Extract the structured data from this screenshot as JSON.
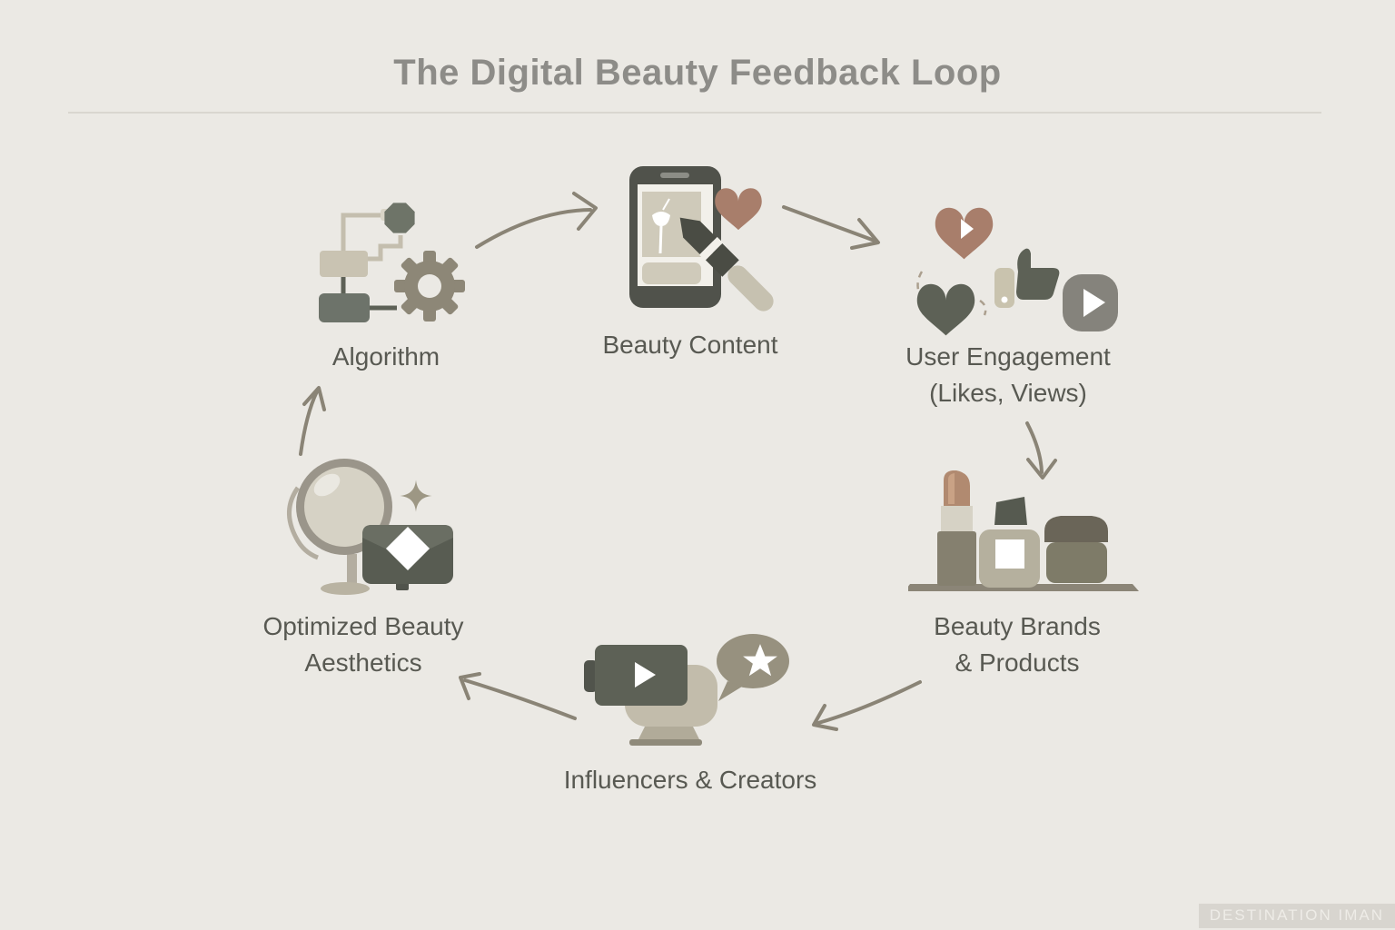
{
  "title": "The Digital Beauty Feedback Loop",
  "watermark": "DESTINATION IMAN",
  "nodes": {
    "algorithm": {
      "label": "Algorithm",
      "icon": "flowchart-gear-icon"
    },
    "beauty_content": {
      "label": "Beauty Content",
      "icon": "smartphone-brush-heart-icon"
    },
    "user_engagement": {
      "label_line1": "User Engagement",
      "label_line2": "(Likes, Views)",
      "icon": "hearts-thumbs-up-play-icon"
    },
    "beauty_brands": {
      "label_line1": "Beauty Brands",
      "label_line2": "& Products",
      "icon": "lipstick-bottle-jar-icon"
    },
    "influencers": {
      "label": "Influencers & Creators",
      "icon": "video-camera-star-bubble-icon"
    },
    "optimized_beauty": {
      "label_line1": "Optimized Beauty",
      "label_line2": "Aesthetics",
      "icon": "vanity-mirror-sparkle-case-icon"
    }
  },
  "connections": [
    {
      "from": "Algorithm",
      "to": "Beauty Content"
    },
    {
      "from": "Beauty Content",
      "to": "User Engagement (Likes, Views)"
    },
    {
      "from": "User Engagement (Likes, Views)",
      "to": "Beauty Brands & Products"
    },
    {
      "from": "Beauty Brands & Products",
      "to": "Influencers & Creators"
    },
    {
      "from": "Influencers & Creators",
      "to": "Optimized Beauty Aesthetics"
    },
    {
      "from": "Optimized Beauty Aesthetics",
      "to": "Algorithm"
    }
  ],
  "colors": {
    "background": "#ebe9e4",
    "title_text": "#8d8c88",
    "label_text": "#585952",
    "arrow": "#8a8476",
    "dark_sage": "#565a50",
    "taupe": "#8b8577",
    "beige": "#c9c3b2",
    "light_beige": "#d5d1c4",
    "heart_brown": "#a87e6b",
    "lipstick_brown": "#b18a70",
    "divider": "#d9d6cf"
  }
}
